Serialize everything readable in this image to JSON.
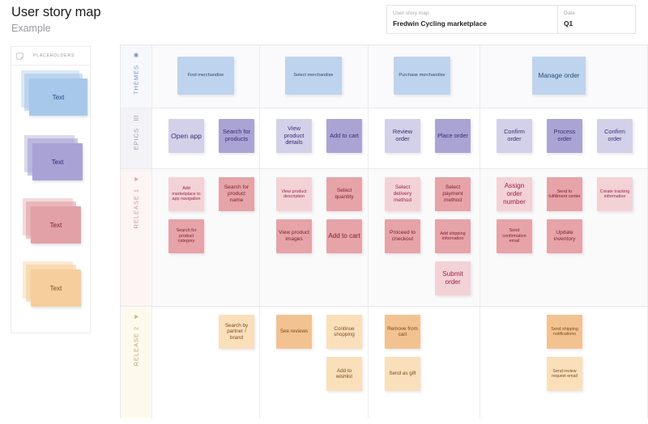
{
  "header": {
    "title": "User story map",
    "subtitle": "Example"
  },
  "meta": {
    "name_label": "User story map",
    "name_value": "Fredwin Cycling marketplace",
    "date_label": "Date",
    "date_value": "Q1"
  },
  "placeholders": {
    "panel_title": "PLACEHOLDERS",
    "note_icon": "sticky-note-icon",
    "stacks": [
      {
        "id": "blue",
        "label": "Text",
        "color": "#a8c8ea",
        "text_color": "#1f4a7d"
      },
      {
        "id": "purple",
        "label": "Text",
        "color": "#a8a3d4",
        "text_color": "#2a1f73"
      },
      {
        "id": "pink",
        "label": "Text",
        "color": "#e2a1a7",
        "text_color": "#7d1f33"
      },
      {
        "id": "orange",
        "label": "Text",
        "color": "#f5ce9b",
        "text_color": "#7b4a18"
      }
    ]
  },
  "board": {
    "rows": [
      {
        "id": "themes",
        "label": "THEMES",
        "icon": "star-icon",
        "color": "#7b93cc"
      },
      {
        "id": "epics",
        "label": "EPICS",
        "icon": "stack-icon",
        "color": "#9d9bb3"
      },
      {
        "id": "release1",
        "label": "RELEASE 1",
        "icon": "rocket-icon",
        "color": "#c99aa2"
      },
      {
        "id": "release2",
        "label": "RELEASE 2",
        "icon": "rocket-icon",
        "color": "#c3a373"
      }
    ],
    "themes": [
      "Find merchandise",
      "Select merchandise",
      "Purchase merchandise",
      "Manage order"
    ],
    "epics": {
      "col1": [
        "Open app",
        "Search for products"
      ],
      "col2": [
        "View product details",
        "Add to cart"
      ],
      "col3": [
        "Review order",
        "Place order"
      ],
      "col4": [
        "Confirm order",
        "Process order",
        "Confirm order"
      ]
    },
    "release1": {
      "col1": {
        "a": [
          "Add marketplace to app navigation",
          "Search for product category"
        ],
        "b": [
          "Search for product name"
        ]
      },
      "col2": {
        "a": [
          "View product description",
          "View product images"
        ],
        "b": [
          "Select quantity",
          "Add to cart"
        ]
      },
      "col3": {
        "a": [
          "Select delivery method",
          "Proceed to checkout"
        ],
        "b": [
          "Select payment method",
          "Add shipping information",
          "Submit order"
        ]
      },
      "col4": {
        "a": [
          "Assign order number",
          "Send confirmation email"
        ],
        "b": [
          "Send to fulfillment center",
          "Update inventory"
        ],
        "c": [
          "Create tracking information"
        ]
      }
    },
    "release2": {
      "col1": [
        "Search by partner / brand"
      ],
      "col2": {
        "a": [
          "See reviews"
        ],
        "b": [
          "Continue shopping",
          "Add to wishlist"
        ]
      },
      "col3": [
        "Remove from cart",
        "Send as gift"
      ],
      "col4": [
        "Send shipping notifications",
        "Send review request email"
      ]
    }
  }
}
